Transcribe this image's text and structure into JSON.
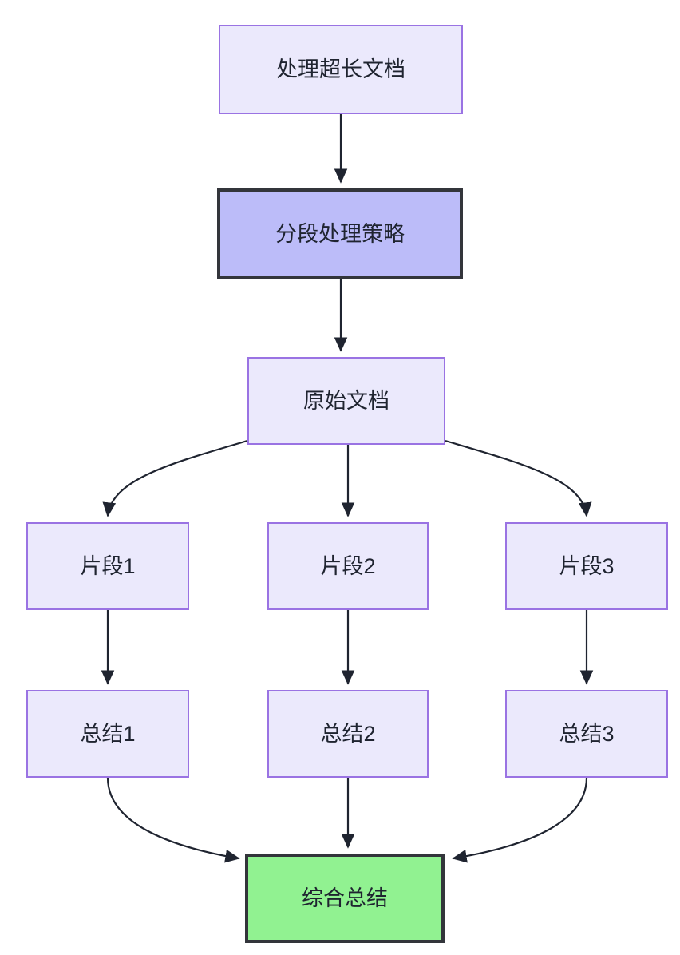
{
  "diagram": {
    "type": "flowchart",
    "direction": "top-to-bottom",
    "background_color": "#ffffff",
    "edge_color": "#1f2430",
    "nodes": [
      {
        "id": "long-doc",
        "label": "处理超长文档",
        "style": "plain",
        "fill": "#ebe9fc",
        "border": "#9a73e3"
      },
      {
        "id": "strategy",
        "label": "分段处理策略",
        "style": "highlight",
        "fill": "#bcbcf9",
        "border": "#33353b"
      },
      {
        "id": "source-doc",
        "label": "原始文档",
        "style": "plain",
        "fill": "#ebe9fc",
        "border": "#9a73e3"
      },
      {
        "id": "fragment-1",
        "label": "片段1",
        "style": "plain",
        "fill": "#ebe9fc",
        "border": "#9a73e3"
      },
      {
        "id": "fragment-2",
        "label": "片段2",
        "style": "plain",
        "fill": "#ebe9fc",
        "border": "#9a73e3"
      },
      {
        "id": "fragment-3",
        "label": "片段3",
        "style": "plain",
        "fill": "#ebe9fc",
        "border": "#9a73e3"
      },
      {
        "id": "summary-1",
        "label": "总结1",
        "style": "plain",
        "fill": "#ebe9fc",
        "border": "#9a73e3"
      },
      {
        "id": "summary-2",
        "label": "总结2",
        "style": "plain",
        "fill": "#ebe9fc",
        "border": "#9a73e3"
      },
      {
        "id": "summary-3",
        "label": "总结3",
        "style": "plain",
        "fill": "#ebe9fc",
        "border": "#9a73e3"
      },
      {
        "id": "final",
        "label": "综合总结",
        "style": "result",
        "fill": "#91f291",
        "border": "#33353b"
      }
    ],
    "edges": [
      {
        "from": "long-doc",
        "to": "strategy",
        "shape": "straight"
      },
      {
        "from": "strategy",
        "to": "source-doc",
        "shape": "straight"
      },
      {
        "from": "source-doc",
        "to": "fragment-1",
        "shape": "curve"
      },
      {
        "from": "source-doc",
        "to": "fragment-2",
        "shape": "straight"
      },
      {
        "from": "source-doc",
        "to": "fragment-3",
        "shape": "curve"
      },
      {
        "from": "fragment-1",
        "to": "summary-1",
        "shape": "straight"
      },
      {
        "from": "fragment-2",
        "to": "summary-2",
        "shape": "straight"
      },
      {
        "from": "fragment-3",
        "to": "summary-3",
        "shape": "straight"
      },
      {
        "from": "summary-1",
        "to": "final",
        "shape": "curve"
      },
      {
        "from": "summary-2",
        "to": "final",
        "shape": "straight"
      },
      {
        "from": "summary-3",
        "to": "final",
        "shape": "curve"
      }
    ]
  }
}
